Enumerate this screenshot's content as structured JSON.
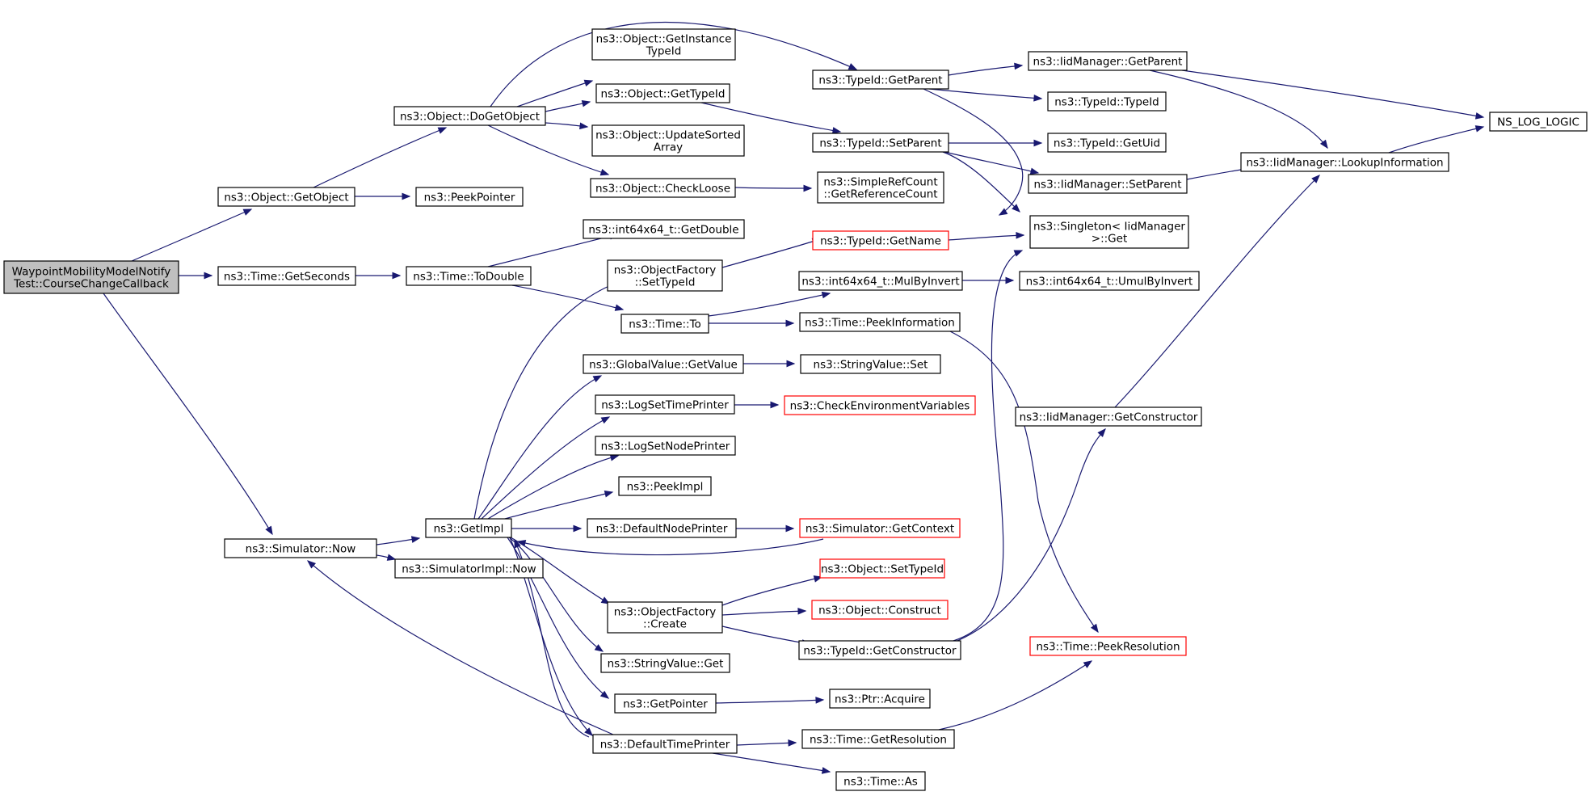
{
  "diagram": {
    "type": "call-graph",
    "colors": {
      "edge": "#191970",
      "node_border": "#000000",
      "truncated_border": "#ff0000",
      "root_fill": "#bfbfbf",
      "background": "#ffffff"
    },
    "nodes": [
      {
        "id": "root",
        "lines": [
          "WaypointMobilityModelNotify",
          "Test::CourseChangeCallback"
        ],
        "root": true
      },
      {
        "id": "obj_getobject",
        "lines": [
          "ns3::Object::GetObject"
        ]
      },
      {
        "id": "time_getseconds",
        "lines": [
          "ns3::Time::GetSeconds"
        ]
      },
      {
        "id": "sim_now",
        "lines": [
          "ns3::Simulator::Now"
        ]
      },
      {
        "id": "obj_dogetobject",
        "lines": [
          "ns3::Object::DoGetObject"
        ]
      },
      {
        "id": "peekpointer",
        "lines": [
          "ns3::PeekPointer"
        ]
      },
      {
        "id": "time_todouble",
        "lines": [
          "ns3::Time::ToDouble"
        ]
      },
      {
        "id": "getimpl",
        "lines": [
          "ns3::GetImpl"
        ]
      },
      {
        "id": "simimpl_now",
        "lines": [
          "ns3::SimulatorImpl::Now"
        ]
      },
      {
        "id": "obj_getinstancetypeid",
        "lines": [
          "ns3::Object::GetInstance",
          "TypeId"
        ]
      },
      {
        "id": "obj_gettypeid",
        "lines": [
          "ns3::Object::GetTypeId"
        ]
      },
      {
        "id": "obj_updatesorted",
        "lines": [
          "ns3::Object::UpdateSorted",
          "Array"
        ]
      },
      {
        "id": "obj_checkloose",
        "lines": [
          "ns3::Object::CheckLoose"
        ]
      },
      {
        "id": "int64_getdouble",
        "lines": [
          "ns3::int64x64_t::GetDouble"
        ]
      },
      {
        "id": "objfactory_settypeid",
        "lines": [
          "ns3::ObjectFactory",
          "::SetTypeId"
        ]
      },
      {
        "id": "time_to",
        "lines": [
          "ns3::Time::To"
        ]
      },
      {
        "id": "globalvalue_getvalue",
        "lines": [
          "ns3::GlobalValue::GetValue"
        ]
      },
      {
        "id": "logsettimeprinter",
        "lines": [
          "ns3::LogSetTimePrinter"
        ]
      },
      {
        "id": "logsetnodeprinter",
        "lines": [
          "ns3::LogSetNodePrinter"
        ]
      },
      {
        "id": "peekimpl",
        "lines": [
          "ns3::PeekImpl"
        ]
      },
      {
        "id": "defaultnodeprinter",
        "lines": [
          "ns3::DefaultNodePrinter"
        ]
      },
      {
        "id": "objfactory_create",
        "lines": [
          "ns3::ObjectFactory",
          "::Create"
        ]
      },
      {
        "id": "stringvalue_get",
        "lines": [
          "ns3::StringValue::Get"
        ]
      },
      {
        "id": "getpointer",
        "lines": [
          "ns3::GetPointer"
        ]
      },
      {
        "id": "defaulttimeprinter",
        "lines": [
          "ns3::DefaultTimePrinter"
        ]
      },
      {
        "id": "typeid_getparent",
        "lines": [
          "ns3::TypeId::GetParent"
        ]
      },
      {
        "id": "typeid_setparent",
        "lines": [
          "ns3::TypeId::SetParent"
        ]
      },
      {
        "id": "simplerefcount",
        "lines": [
          "ns3::SimpleRefCount",
          "::GetReferenceCount"
        ]
      },
      {
        "id": "typeid_getname",
        "lines": [
          "ns3::TypeId::GetName"
        ],
        "truncated": true
      },
      {
        "id": "int64_mulbyinvert",
        "lines": [
          "ns3::int64x64_t::MulByInvert"
        ]
      },
      {
        "id": "time_peekinformation",
        "lines": [
          "ns3::Time::PeekInformation"
        ]
      },
      {
        "id": "stringvalue_set",
        "lines": [
          "ns3::StringValue::Set"
        ]
      },
      {
        "id": "checkenvvars",
        "lines": [
          "ns3::CheckEnvironmentVariables"
        ],
        "truncated": true
      },
      {
        "id": "sim_getcontext",
        "lines": [
          "ns3::Simulator::GetContext"
        ],
        "truncated": true
      },
      {
        "id": "obj_settypeid",
        "lines": [
          "ns3::Object::SetTypeId"
        ],
        "truncated": true
      },
      {
        "id": "obj_construct",
        "lines": [
          "ns3::Object::Construct"
        ],
        "truncated": true
      },
      {
        "id": "typeid_getconstructor",
        "lines": [
          "ns3::TypeId::GetConstructor"
        ]
      },
      {
        "id": "ptr_acquire",
        "lines": [
          "ns3::Ptr::Acquire"
        ]
      },
      {
        "id": "time_getresolution",
        "lines": [
          "ns3::Time::GetResolution"
        ]
      },
      {
        "id": "time_as",
        "lines": [
          "ns3::Time::As"
        ]
      },
      {
        "id": "iid_getparent",
        "lines": [
          "ns3::IidManager::GetParent"
        ]
      },
      {
        "id": "typeid_typeid",
        "lines": [
          "ns3::TypeId::TypeId"
        ]
      },
      {
        "id": "typeid_getuid",
        "lines": [
          "ns3::TypeId::GetUid"
        ]
      },
      {
        "id": "iid_setparent",
        "lines": [
          "ns3::IidManager::SetParent"
        ]
      },
      {
        "id": "singleton_get",
        "lines": [
          "ns3::Singleton< IidManager",
          " >::Get"
        ]
      },
      {
        "id": "int64_umulbyinvert",
        "lines": [
          "ns3::int64x64_t::UmulByInvert"
        ]
      },
      {
        "id": "iid_getconstructor",
        "lines": [
          "ns3::IidManager::GetConstructor"
        ]
      },
      {
        "id": "time_peekresolution",
        "lines": [
          "ns3::Time::PeekResolution"
        ],
        "truncated": true
      },
      {
        "id": "iid_lookupinfo",
        "lines": [
          "ns3::IidManager::LookupInformation"
        ]
      },
      {
        "id": "ns_log_logic",
        "lines": [
          "NS_LOG_LOGIC"
        ]
      }
    ],
    "edges": [
      [
        "root",
        "obj_getobject"
      ],
      [
        "root",
        "time_getseconds"
      ],
      [
        "root",
        "sim_now"
      ],
      [
        "obj_getobject",
        "obj_dogetobject"
      ],
      [
        "obj_getobject",
        "peekpointer"
      ],
      [
        "obj_dogetobject",
        "obj_getinstancetypeid"
      ],
      [
        "obj_dogetobject",
        "obj_gettypeid"
      ],
      [
        "obj_dogetobject",
        "obj_updatesorted"
      ],
      [
        "obj_dogetobject",
        "obj_checkloose"
      ],
      [
        "obj_dogetobject",
        "typeid_getparent"
      ],
      [
        "time_getseconds",
        "time_todouble"
      ],
      [
        "time_todouble",
        "int64_getdouble"
      ],
      [
        "time_todouble",
        "time_to"
      ],
      [
        "sim_now",
        "getimpl"
      ],
      [
        "sim_now",
        "simimpl_now"
      ],
      [
        "getimpl",
        "objfactory_settypeid"
      ],
      [
        "getimpl",
        "globalvalue_getvalue"
      ],
      [
        "getimpl",
        "logsettimeprinter"
      ],
      [
        "getimpl",
        "logsetnodeprinter"
      ],
      [
        "getimpl",
        "peekimpl"
      ],
      [
        "getimpl",
        "defaultnodeprinter"
      ],
      [
        "getimpl",
        "objfactory_create"
      ],
      [
        "getimpl",
        "stringvalue_get"
      ],
      [
        "getimpl",
        "getpointer"
      ],
      [
        "getimpl",
        "defaulttimeprinter"
      ],
      [
        "defaulttimeprinter",
        "sim_now"
      ],
      [
        "defaulttimeprinter",
        "getimpl"
      ],
      [
        "defaulttimeprinter",
        "time_getresolution"
      ],
      [
        "defaulttimeprinter",
        "time_as"
      ],
      [
        "sim_getcontext",
        "getimpl"
      ],
      [
        "obj_gettypeid",
        "typeid_setparent"
      ],
      [
        "obj_checkloose",
        "simplerefcount"
      ],
      [
        "objfactory_settypeid",
        "typeid_getname"
      ],
      [
        "time_to",
        "int64_mulbyinvert"
      ],
      [
        "time_to",
        "time_peekinformation"
      ],
      [
        "globalvalue_getvalue",
        "stringvalue_set"
      ],
      [
        "logsettimeprinter",
        "checkenvvars"
      ],
      [
        "defaultnodeprinter",
        "sim_getcontext"
      ],
      [
        "objfactory_create",
        "obj_settypeid"
      ],
      [
        "objfactory_create",
        "obj_construct"
      ],
      [
        "objfactory_create",
        "typeid_getconstructor"
      ],
      [
        "getpointer",
        "ptr_acquire"
      ],
      [
        "typeid_getparent",
        "iid_getparent"
      ],
      [
        "typeid_getparent",
        "typeid_typeid"
      ],
      [
        "typeid_getparent",
        "singleton_get"
      ],
      [
        "typeid_setparent",
        "typeid_getuid"
      ],
      [
        "typeid_setparent",
        "iid_setparent"
      ],
      [
        "typeid_setparent",
        "singleton_get"
      ],
      [
        "typeid_getname",
        "singleton_get"
      ],
      [
        "int64_mulbyinvert",
        "int64_umulbyinvert"
      ],
      [
        "time_peekinformation",
        "time_peekresolution"
      ],
      [
        "typeid_getconstructor",
        "singleton_get"
      ],
      [
        "typeid_getconstructor",
        "iid_getconstructor"
      ],
      [
        "time_getresolution",
        "time_peekresolution"
      ],
      [
        "iid_getparent",
        "ns_log_logic"
      ],
      [
        "iid_getparent",
        "iid_lookupinfo"
      ],
      [
        "iid_setparent",
        "iid_lookupinfo"
      ],
      [
        "iid_getconstructor",
        "iid_lookupinfo"
      ],
      [
        "iid_lookupinfo",
        "ns_log_logic"
      ]
    ]
  }
}
